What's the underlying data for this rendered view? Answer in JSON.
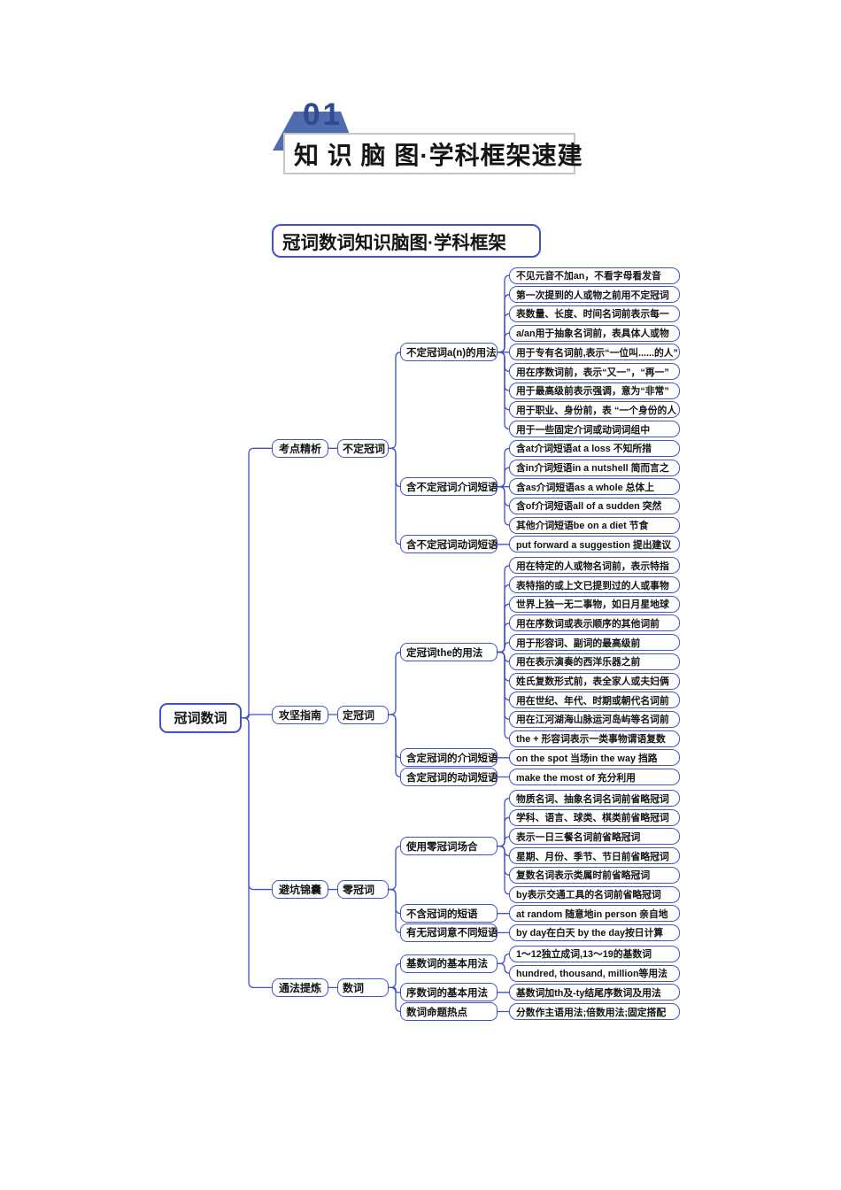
{
  "header": {
    "section_number": "01",
    "section_title": "知 识 脑 图·学科框架速建"
  },
  "map_title": "冠词数词知识脑图·学科框架",
  "colors": {
    "line": "#4253c9",
    "node_border": "#4253c9",
    "badge": "#4e6cae",
    "badge_number": "#2e4a94",
    "header_box_border": "#c6c6c6",
    "text": "#141414"
  },
  "mindmap": {
    "root": "冠词数词",
    "branches": [
      {
        "label": "考点精析",
        "children": [
          {
            "label": "不定冠词",
            "children": [
              {
                "label": "不定冠词a(n)的用法",
                "leaves": [
                  "不见元音不加an，不看字母看发音",
                  "第一次提到的人或物之前用不定冠词",
                  "表数量、长度、时间名词前表示每一",
                  "a/an用于抽象名词前，表具体人或物",
                  "用于专有名词前,表示“一位叫......的人”",
                  "用在序数词前，表示“又一”，“再一”",
                  "用于最高级前表示强调，意为“非常”",
                  "用于职业、身份前，表 “一个身份的人",
                  "用于一些固定介词或动词词组中"
                ]
              },
              {
                "label": "含不定冠词介词短语",
                "leaves": [
                  "含at介词短语at a loss 不知所措",
                  "含in介词短语in a nutshell 简而言之",
                  "含as介词短语as a whole  总体上",
                  "含of介词短语all of a sudden 突然",
                  "其他介词短语be on a diet 节食"
                ]
              },
              {
                "label": "含不定冠词动词短语",
                "leaves": [
                  "put forward a suggestion 提出建议"
                ]
              }
            ]
          }
        ]
      },
      {
        "label": "攻坚指南",
        "children": [
          {
            "label": "定冠词",
            "children": [
              {
                "label": "定冠词the的用法",
                "leaves": [
                  "用在特定的人或物名词前，表示特指",
                  "表特指的或上文已提到过的人或事物",
                  "世界上独一无二事物，如日月星地球",
                  "用在序数词或表示顺序的其他词前",
                  "用于形容词、副词的最高级前",
                  "用在表示演奏的西洋乐器之前",
                  "姓氏复数形式前，表全家人或夫妇俩",
                  "用在世纪、年代、时期或朝代名词前",
                  "用在江河湖海山脉运河岛屿等名词前",
                  "the + 形容词表示一类事物谓语复数"
                ]
              },
              {
                "label": "含定冠词的介词短语",
                "leaves": [
                  "on the spot 当场in the way 挡路"
                ]
              },
              {
                "label": "含定冠词的动词短语",
                "leaves": [
                  "make the most of 充分利用"
                ]
              }
            ]
          }
        ]
      },
      {
        "label": "避坑锦囊",
        "children": [
          {
            "label": "零冠词",
            "children": [
              {
                "label": "使用零冠词场合",
                "leaves": [
                  "物质名词、抽象名词名词前省略冠词",
                  "学科、语言、球类、棋类前省略冠词",
                  "表示一日三餐名词前省略冠词",
                  "星期、月份、季节、节日前省略冠词",
                  "复数名词表示类属时前省略冠词",
                  "by表示交通工具的名词前省略冠词"
                ]
              },
              {
                "label": "不含冠词的短语",
                "leaves": [
                  "at random 随意地in person 亲自地"
                ]
              },
              {
                "label": "有无冠词意不同短语",
                "leaves": [
                  "by day在白天 by the day按日计算"
                ]
              }
            ]
          }
        ]
      },
      {
        "label": "通法提炼",
        "children": [
          {
            "label": "数词",
            "children": [
              {
                "label": "基数词的基本用法",
                "leaves": [
                  "1～12独立成词,13～19的基数词",
                  "hundred, thousand, million等用法"
                ]
              },
              {
                "label": "序数词的基本用法",
                "leaves": [
                  "基数词加th及-ty结尾序数词及用法"
                ]
              },
              {
                "label": "数词命题热点",
                "leaves": [
                  "分数作主语用法;倍数用法;固定搭配"
                ]
              }
            ]
          }
        ]
      }
    ]
  }
}
